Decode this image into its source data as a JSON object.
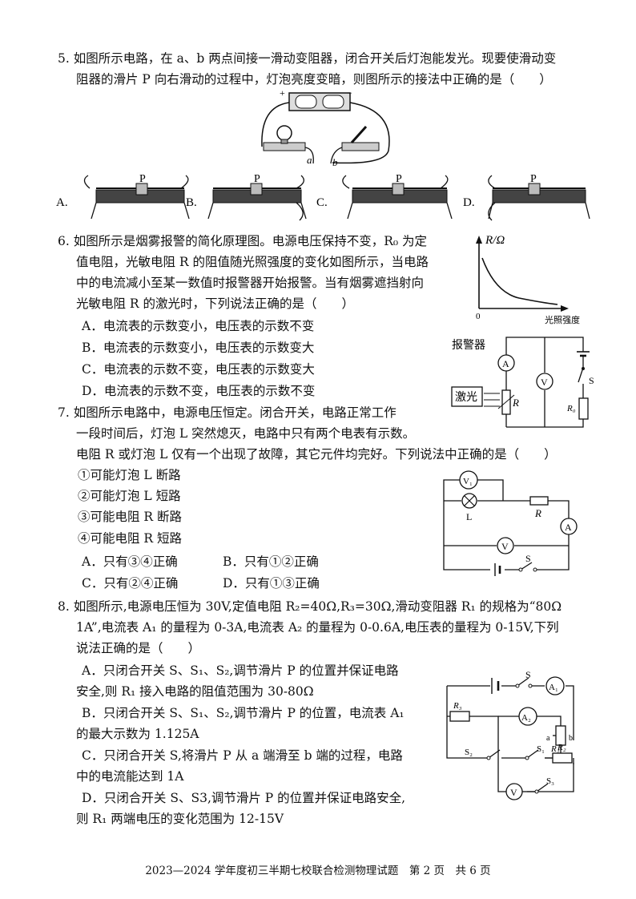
{
  "q5": {
    "line1": "5. 如图所示电路，在 a、b 两点间接一滑动变阻器，闭合开关后灯泡能发光。现要使滑动变",
    "line2": "阻器的滑片 P 向右滑动的过程中，灯泡亮度变暗，则图所示的接法中正确的是（　　）",
    "fig_labels": {
      "plus": "+",
      "minus": "−",
      "a": "a",
      "b": "b"
    },
    "options": [
      {
        "letter": "A.",
        "p": "P"
      },
      {
        "letter": "B.",
        "p": "P"
      },
      {
        "letter": "C.",
        "p": "P"
      },
      {
        "letter": "D.",
        "p": "P"
      }
    ]
  },
  "q6": {
    "lines": [
      "6. 如图所示是烟雾报警的简化原理图。电源电压保持不变，R₀ 为定",
      "值电阻，光敏电阻 R 的阻值随光照强度的变化如图所示，当电路",
      "中的电流减小至某一数值时报警器开始报警。当有烟雾遮挡射向",
      "光敏电阻 R 的激光时，下列说法正确的是（　　）"
    ],
    "options": [
      "A．电流表的示数变小，电压表的示数不变",
      "B．电流表的示数变小，电压表的示数变大",
      "C．电流表的示数不变，电压表的示数变大",
      "D．电流表的示数不变，电压表的示数不变"
    ],
    "graph": {
      "ylabel": "R/Ω",
      "xlabel": "光照强度",
      "origin": "0"
    },
    "circuit": {
      "alarm": "报警器",
      "laser": "激光",
      "A": "A",
      "V": "V",
      "R": "R",
      "R0": "R₀",
      "S": "S"
    }
  },
  "q7": {
    "lines": [
      "7. 如图所示电路中，电源电压恒定。闭合开关，电路正常工作",
      "一段时间后，灯泡 L 突然熄灭，电路中只有两个电表有示数。",
      "电阻 R 或灯泡 L 仅有一个出现了故障，其它元件均完好。下列说法中正确的是（　　）"
    ],
    "items": [
      "①可能灯泡 L 断路",
      "②可能灯泡 L 短路",
      "③可能电阻 R 断路",
      "④可能电阻 R 短路"
    ],
    "options": [
      "A．只有③④正确",
      "B．只有①②正确",
      "C．只有②④正确",
      "D．只有①③正确"
    ],
    "circuit": {
      "V1": "V₁",
      "L": "L",
      "R": "R",
      "A": "A",
      "V": "V",
      "S": "S"
    }
  },
  "q8": {
    "lines": [
      "8. 如图所示,电源电压恒为 30V,定值电阻 R₂=40Ω,R₃=30Ω,滑动变阻器 R₁ 的规格为“80Ω",
      "1A”,电流表 A₁ 的量程为 0-3A,电流表 A₂ 的量程为 0-0.6A,电压表的量程为 0-15V,下列",
      "说法正确的是（　　）"
    ],
    "options": [
      "A．只闭合开关 S、S₁、S₂,调节滑片 P 的位置并保证电路",
      "安全,则 R₁ 接入电路的阻值范围为 30-80Ω",
      "B．只闭合开关 S、S₁、S₂,调节滑片 P 的位置，电流表 A₁",
      "的最大示数为 1.125A",
      "C．只闭合开关 S,将滑片 P 从 a 端滑至 b 端的过程，电路",
      "中的电流能达到 1A",
      "D．只闭合开关 S、S3,调节滑片 P 的位置并保证电路安全,",
      "则 R₁ 两端电压的变化范围为 12-15V"
    ],
    "circuit": {
      "S": "S",
      "A1": "A₁",
      "R3": "R₃",
      "A2": "A₂",
      "a": "a",
      "b": "b",
      "R1": "R₁",
      "S2": "S₂",
      "S1": "S₁",
      "R2": "R₂",
      "S3": "S₃",
      "V": "V"
    }
  },
  "footer": "2023—2024 学年度初三半期七校联合检测物理试题　第 2 页　共 6 页"
}
